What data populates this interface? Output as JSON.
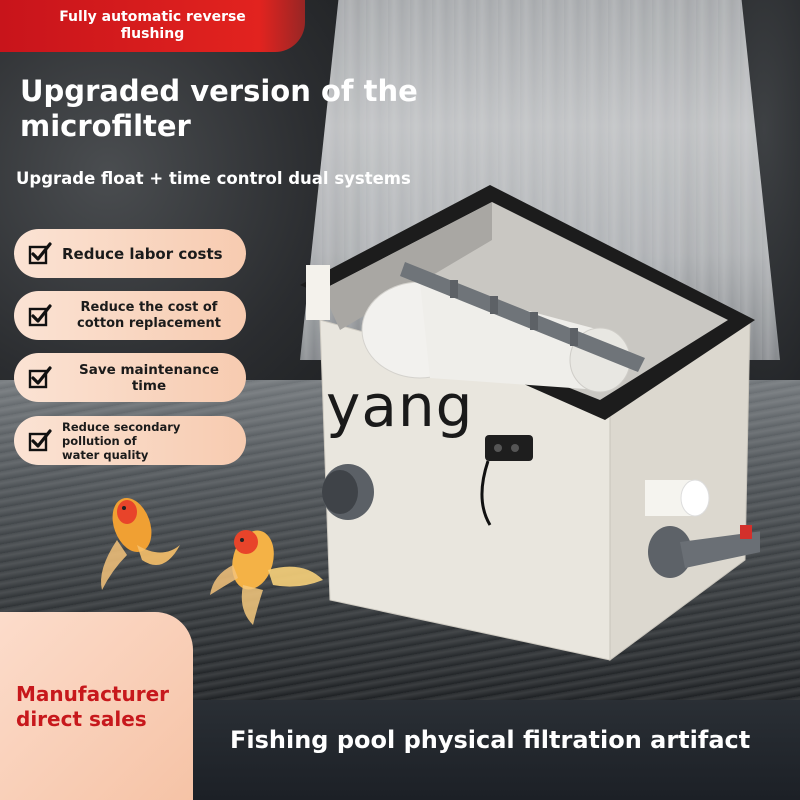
{
  "banner": {
    "line1": "Fully automatic reverse",
    "line2": "flushing",
    "color": "#e2231f"
  },
  "headline": {
    "line1": "Upgraded version of the",
    "line2": "microfilter"
  },
  "subheadline": "Upgrade float + time control dual systems",
  "features": [
    {
      "label_line1": "Reduce labor costs",
      "label_line2": "",
      "icon": "checkbox-check-icon"
    },
    {
      "label_line1": "Reduce the cost of",
      "label_line2": "cotton replacement",
      "icon": "checkbox-check-icon"
    },
    {
      "label_line1": "Save maintenance",
      "label_line2": "time",
      "icon": "checkbox-check-icon"
    },
    {
      "label_line1": "Reduce secondary pollution of",
      "label_line2": "water quality",
      "icon": "checkbox-check-icon"
    }
  ],
  "watermark": "yang",
  "callout": {
    "line1": "Manufacturer",
    "line2": "direct sales",
    "color": "#c7181c"
  },
  "footer_title": "Fishing pool physical filtration artifact",
  "colors": {
    "pill_bg": "#f7cbb0",
    "machine_body": "#ece9e1",
    "machine_rim": "#1a1a1a",
    "pipe": "#6f7479"
  }
}
